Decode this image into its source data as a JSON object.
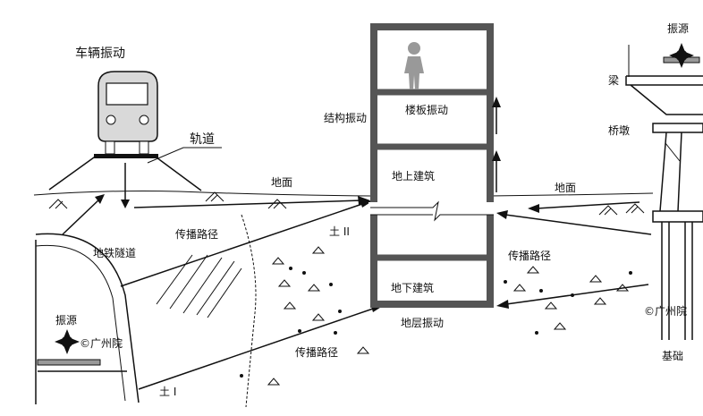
{
  "labels": {
    "vehicle_vibration": "车辆振动",
    "track": "轨道",
    "ground_left": "地面",
    "ground_right": "地面",
    "structure_vibration": "结构振动",
    "floor_vibration": "楼板振动",
    "above_ground_building": "地上建筑",
    "underground_building": "地下建筑",
    "stratum_vibration": "地层振动",
    "beam": "梁",
    "pier": "桥墩",
    "source_right": "振源",
    "foundation": "基础",
    "metro_tunnel": "地铁隧道",
    "source_tunnel": "振源",
    "path_upper_left": "传播路径",
    "path_lower": "传播路径",
    "path_right": "传播路径",
    "soil_1": "土 I",
    "soil_2": "土 II",
    "watermark_left": "©广州院",
    "watermark_right": "©广州院"
  }
}
